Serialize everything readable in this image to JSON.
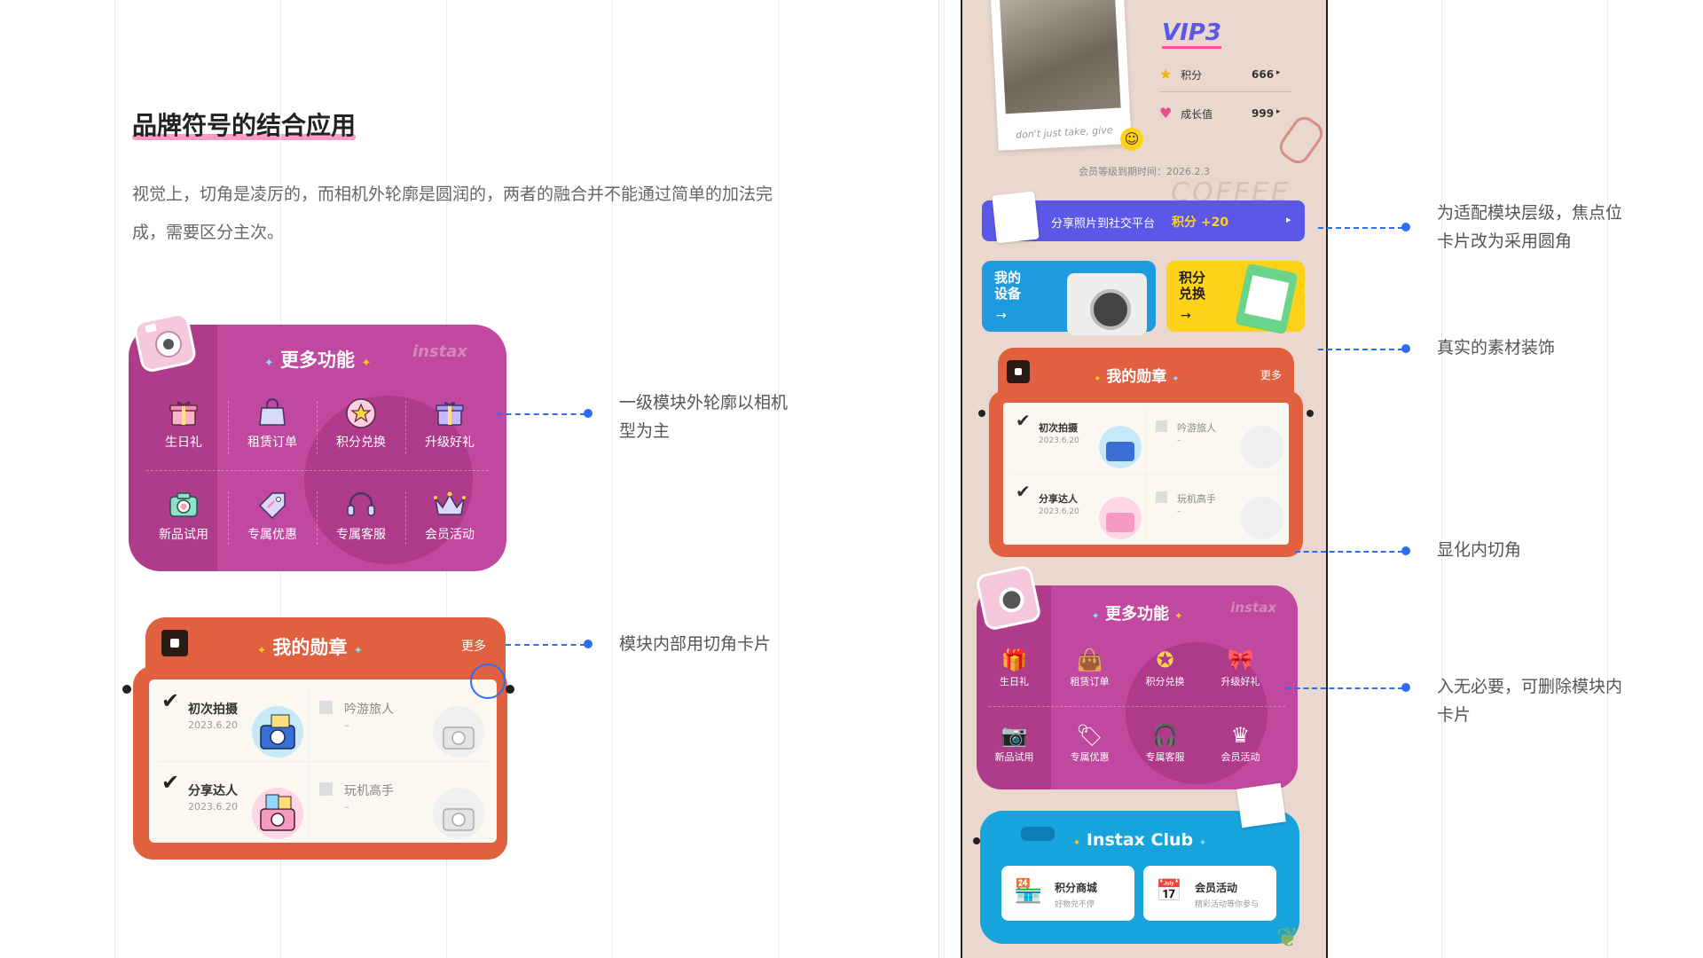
{
  "left": {
    "title": "品牌符号的结合应用",
    "description": "视觉上，切角是凌厉的，而相机外轮廓是圆润的，两者的融合并不能通过简单的加法完成，需要区分主次。",
    "note1": "一级模块外轮廓以相机型为主",
    "note2": "模块内部用切角卡片"
  },
  "more_functions": {
    "title": "更多功能",
    "brand": "instax",
    "items": [
      {
        "label": "生日礼",
        "icon": "gift-icon"
      },
      {
        "label": "租赁订单",
        "icon": "shopping-bag-icon"
      },
      {
        "label": "积分兑换",
        "icon": "star-badge-icon"
      },
      {
        "label": "升级好礼",
        "icon": "gift-box-icon"
      },
      {
        "label": "新品试用",
        "icon": "camera-icon"
      },
      {
        "label": "专属优惠",
        "icon": "coupon-tag-icon"
      },
      {
        "label": "专属客服",
        "icon": "headset-icon"
      },
      {
        "label": "会员活动",
        "icon": "crown-icon"
      }
    ]
  },
  "badges": {
    "title": "我的勋章",
    "more": "更多",
    "items": [
      {
        "name": "初次拍摄",
        "date": "2023.6.20",
        "earned": true
      },
      {
        "name": "吟游旅人",
        "date": "–",
        "earned": false
      },
      {
        "name": "分享达人",
        "date": "2023.6.20",
        "earned": true
      },
      {
        "name": "玩机高手",
        "date": "–",
        "earned": false
      }
    ]
  },
  "phone": {
    "vip": "VIP3",
    "points_label": "积分",
    "points_value": "666",
    "growth_label": "成长值",
    "growth_value": "999",
    "photo_caption": "don't just take, give",
    "coffee": "COFFEE",
    "expire": "会员等级到期时间：2026.2.3",
    "share_text": "分享照片到社交平台",
    "share_points": "积分 +20",
    "my_device": "我的\n设备",
    "points_exchange": "积分\n兑换",
    "club_title": "Instax Club",
    "club_items": [
      {
        "title": "积分商城",
        "sub": "好物兑不停"
      },
      {
        "title": "会员活动",
        "sub": "精彩活动等你参与"
      }
    ]
  },
  "right_notes": {
    "n1": "为适配模块层级，焦点位卡片改为采用圆角",
    "n2": "真实的素材装饰",
    "n3": "显化内切角",
    "n4": "入无必要，可删除模块内卡片"
  },
  "colors": {
    "magenta": "#c0489e",
    "orange": "#e0603f",
    "blue": "#1e9be0",
    "yellow": "#ffd21a",
    "purple": "#5b57e8",
    "accent_dot": "#2d6df6"
  }
}
